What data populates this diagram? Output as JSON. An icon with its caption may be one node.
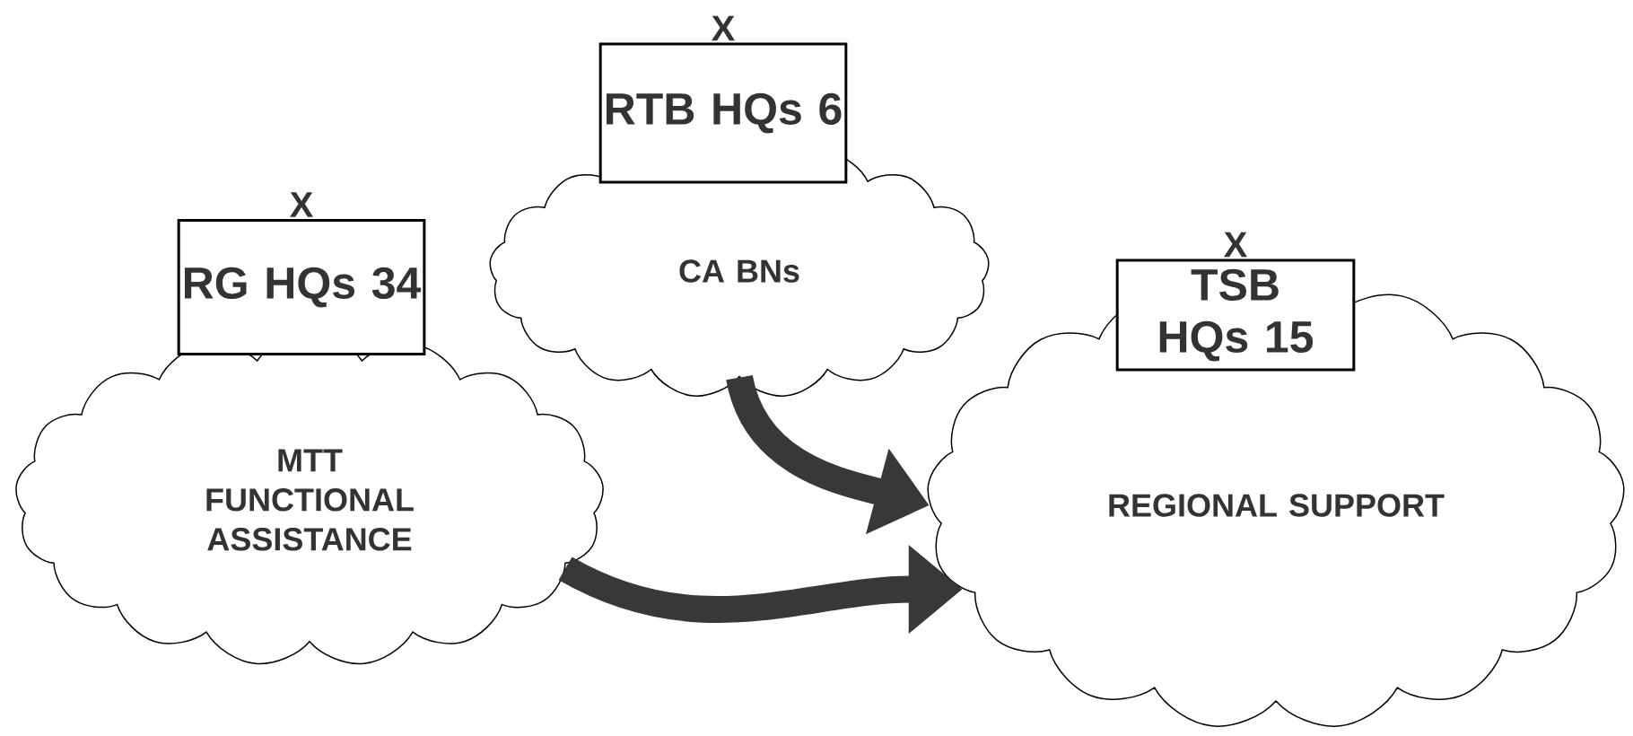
{
  "diagram": {
    "nodes": [
      {
        "text": [
          "X",
          "RTB HQs 6"
        ]
      },
      {
        "text": [
          "X",
          "RG HQs 34"
        ]
      },
      {
        "text": [
          "CA BNs"
        ]
      },
      {
        "text": [
          "X",
          "TSB HQs 15"
        ]
      },
      {
        "text": [
          "MTT FUNCTIONAL ASSISTANCE"
        ]
      },
      {
        "text": [
          "REGIONAL SUPPORT"
        ]
      }
    ],
    "edges": [
      {
        "from": 2,
        "to": 5,
        "arrow": "to"
      },
      {
        "from": 4,
        "to": 5,
        "arrow": "to"
      }
    ]
  }
}
